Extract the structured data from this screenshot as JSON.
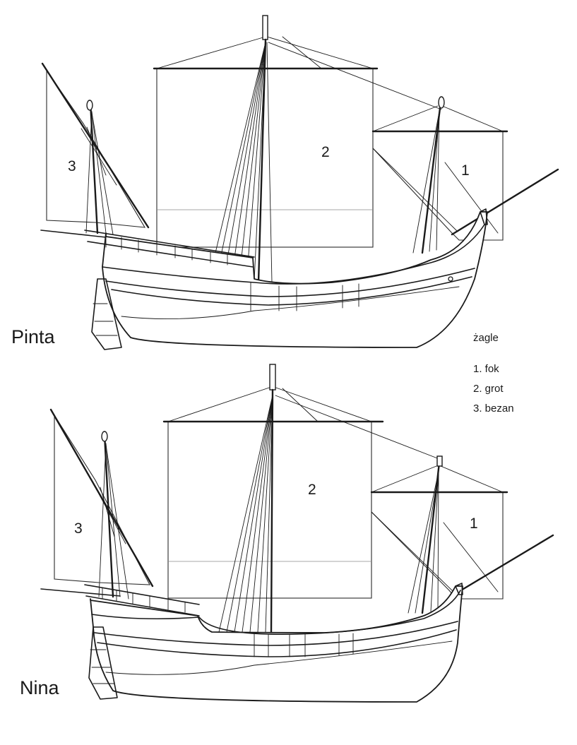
{
  "ships": {
    "pinta": {
      "name": "Pinta",
      "sail_labels": {
        "fore": "1",
        "main": "2",
        "mizzen": "3"
      }
    },
    "nina": {
      "name": "Nina",
      "sail_labels": {
        "fore": "1",
        "main": "2",
        "mizzen": "3"
      }
    }
  },
  "legend": {
    "title": "żagle",
    "items": [
      "1. fok",
      "2. grot",
      "3. bezan"
    ]
  }
}
